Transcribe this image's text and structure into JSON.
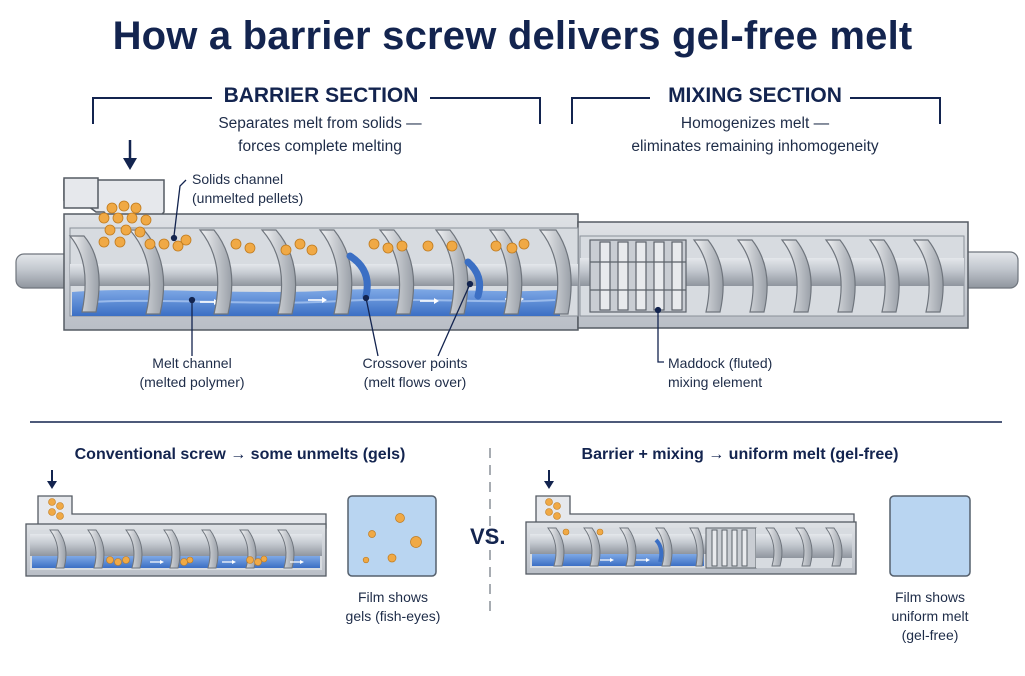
{
  "title": "How a barrier screw delivers gel-free melt",
  "barrier_section": {
    "heading": "BARRIER SECTION",
    "desc_line1": "Separates melt from solids —",
    "desc_line2": "forces complete melting"
  },
  "mixing_section": {
    "heading": "MIXING SECTION",
    "desc_line1": "Homogenizes melt —",
    "desc_line2": "eliminates remaining inhomogeneity"
  },
  "labels": {
    "solids_line1": "Solids channel",
    "solids_line2": "(unmelted pellets)",
    "melt_line1": "Melt channel",
    "melt_line2": "(melted polymer)",
    "crossover_line1": "Crossover points",
    "crossover_line2": "(melt flows over)",
    "maddock_line1": "Maddock (fluted)",
    "maddock_line2": "mixing element"
  },
  "comparison": {
    "conventional_heading": "Conventional screw → some unmelts (gels)",
    "barrier_heading": "Barrier + mixing →  uniform melt  (gel-free)",
    "vs": "VS.",
    "film_gels_line1": "Film shows",
    "film_gels_line2": "gels (fish-eyes)",
    "film_uniform_line1": "Film shows",
    "film_uniform_line2": "uniform melt",
    "film_uniform_line3": "(gel-free)"
  },
  "colors": {
    "navy": "#13244f",
    "steel": "#c8ccd2",
    "steel_dark": "#8a9099",
    "melt_blue": "#4f86d6",
    "pellet_orange": "#f0a945",
    "film_blue": "#b9d5f1"
  }
}
